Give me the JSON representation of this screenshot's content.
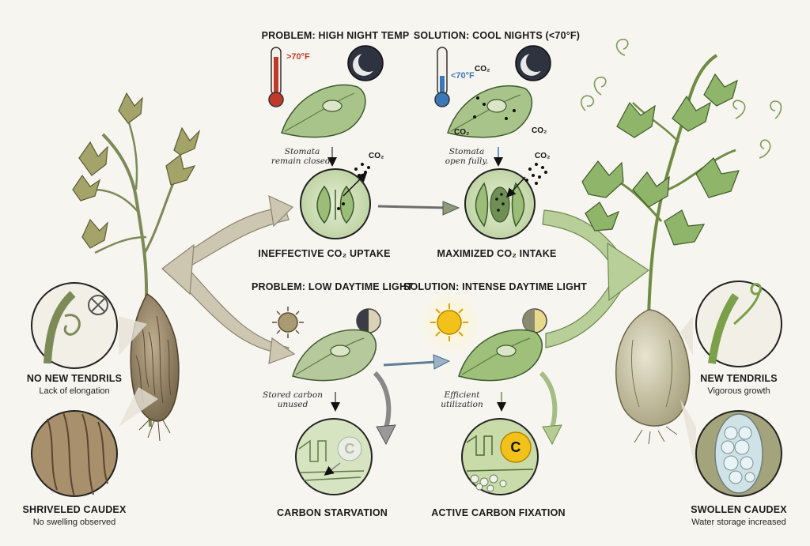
{
  "top_left": {
    "title": "PROBLEM: HIGH NIGHT TEMP",
    "temp": ">70°F",
    "note_line1": "Stomata",
    "note_line2": "remain closed.",
    "co2": "CO₂",
    "caption": "INEFFECTIVE CO₂ UPTAKE"
  },
  "top_right": {
    "title": "SOLUTION: COOL NIGHTS (<70°F)",
    "temp": "<70°F",
    "note_line1": "Stomata",
    "note_line2": "open fully.",
    "co2": "CO₂",
    "caption": "MAXIMIZED CO₂ INTAKE"
  },
  "bottom_left": {
    "title": "PROBLEM: LOW DAYTIME LIGHT",
    "note_line1": "Stored carbon",
    "note_line2": "unused",
    "carbon_letter": "C",
    "caption": "CARBON STARVATION"
  },
  "bottom_right": {
    "title": "SOLUTION: INTENSE DAYTIME LIGHT",
    "note_line1": "Efficient",
    "note_line2": "utilization",
    "carbon_letter": "C",
    "caption": "ACTIVE CARBON FIXATION"
  },
  "left_plant": {
    "tendrils_title": "NO NEW TENDRILS",
    "tendrils_sub": "Lack of elongation",
    "caudex_title": "SHRIVELED CAUDEX",
    "caudex_sub": "No swelling observed"
  },
  "right_plant": {
    "tendrils_title": "NEW TENDRILS",
    "tendrils_sub": "Vigorous growth",
    "caudex_title": "SWOLLEN CAUDEX",
    "caudex_sub": "Water storage increased"
  },
  "colors": {
    "leaf": "#a9c48a",
    "leaf_dark": "#5f7d45",
    "problem_arrow": "#c9c3ad",
    "solution_arrow": "#b5cc95",
    "hot": "#c0392b",
    "cool": "#3b78b8",
    "sun": "#f2c21b"
  }
}
